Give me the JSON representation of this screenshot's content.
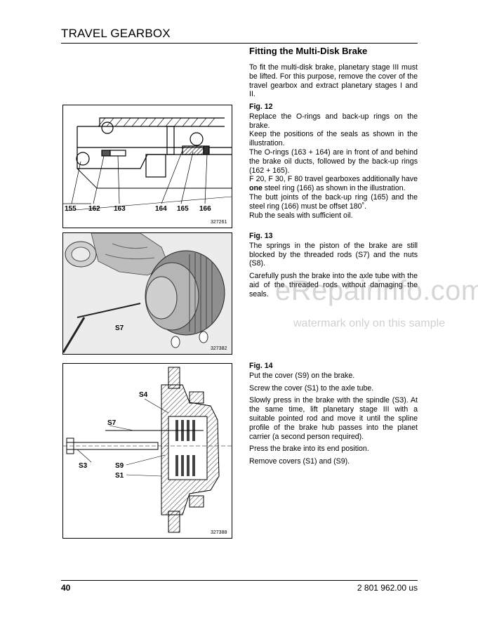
{
  "header": {
    "title": "TRAVEL GEARBOX"
  },
  "section": {
    "title": "Fitting the Multi-Disk Brake"
  },
  "intro": "To fit the multi-disk brake, planetary stage III must be lifted. For this purpose, remove the cover of the travel gearbox and extract planetary stages I and II.",
  "fig12": {
    "label": "Fig. 12",
    "p1": "Replace the O-rings and back-up rings on the brake.",
    "p2": "Keep the positions of the seals as shown in the illustration.",
    "p3": "The O-rings (163 + 164) are in front of and behind the brake oil ducts, followed by the back-up rings (162 + 165).",
    "p4_pre": "F 20, F 30, F 80 travel gearboxes additionally have ",
    "p4_bold": "one",
    "p4_post": " steel ring (166) as shown in the illustration.",
    "p5": "The butt joints of the back-up ring (165) and the steel ring (166) must be offset 180˚.",
    "p6": "Rub the seals with sufficient oil.",
    "image_code": "327261",
    "callouts": [
      "155",
      "162",
      "163",
      "164",
      "165",
      "166"
    ]
  },
  "fig13": {
    "label": "Fig. 13",
    "p1": "The springs in the piston of the brake are still blocked by the threaded rods (S7) and the nuts (S8).",
    "p2": "Carefully push the brake into the axle tube with the aid of the threaded rods without damaging the seals.",
    "image_code": "327382",
    "callout": "S7"
  },
  "fig14": {
    "label": "Fig. 14",
    "p1": "Put the cover (S9) on the brake.",
    "p2": "Screw the cover (S1) to the axle tube.",
    "p3": "Slowly press in the brake with the spindle (S3). At the same time, lift planetary stage III with a suitable pointed rod and move it until the spline profile of the brake hub passes into the planet carrier (a second person required).",
    "p4": "Press the brake into its end position.",
    "p5": "Remove covers (S1) and (S9).",
    "image_code": "327388",
    "callouts": {
      "s4": "S4",
      "s7": "S7",
      "s3": "S3",
      "s9": "S9",
      "s1": "S1"
    }
  },
  "watermark": {
    "main": "eRepairinfo.com",
    "sub": "watermark only on this sample"
  },
  "footer": {
    "page": "40",
    "code": "2 801 962.00 us"
  }
}
